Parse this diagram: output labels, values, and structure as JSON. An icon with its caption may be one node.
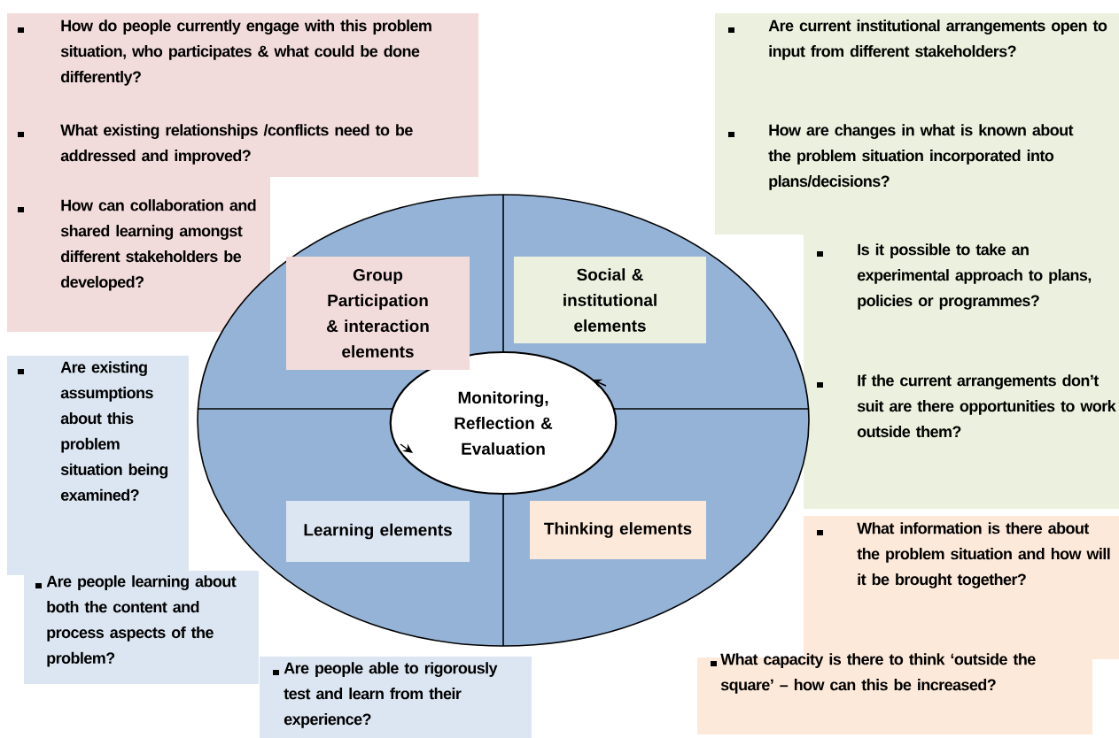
{
  "diagram": {
    "nodes": [
      {
        "text": [
          "How do people currently engage with this problem situation, who participates & what could be done differently?",
          "What  existing relationships /conflicts need to be addressed and improved?",
          "How can collaboration and shared learning amongst different stakeholders be developed?"
        ]
      },
      {
        "text": [
          "Are current institutional arrangements open to input from different stakeholders?",
          "How are changes in what is known about the problem situation incorporated into plans/decisions?",
          "Is it possible to take an experimental approach to plans, policies or programmes?",
          "If the current arrangements don’t suit are there opportunities to work outside them?"
        ]
      },
      {
        "text": [],
        "shape": "circle"
      },
      {
        "text": [
          "Group Participation & interaction elements"
        ],
        "in": 2
      },
      {
        "text": [
          "Social & institutional elements"
        ],
        "in": 2
      },
      {
        "text": [
          "Monitoring, Reflection & Evaluation"
        ],
        "in": 2
      },
      {
        "text": [
          "Learning elements"
        ],
        "in": 2
      },
      {
        "text": [
          "Thinking elements"
        ],
        "in": 2
      },
      {
        "text": [
          "Are existing assumptions about this problem situation being examined?"
        ]
      },
      {
        "text": [
          "What information is there about the problem situation and how will it be brought together?"
        ]
      },
      {
        "text": [
          "Are people learning about both the content and process aspects of the problem?"
        ]
      },
      {
        "text": [
          "What capacity is there to think ‘outside the square’ – how can this be increased?"
        ]
      },
      {
        "text": [
          "Are people  able to rigorously test and learn from their experience?"
        ]
      }
    ]
  }
}
